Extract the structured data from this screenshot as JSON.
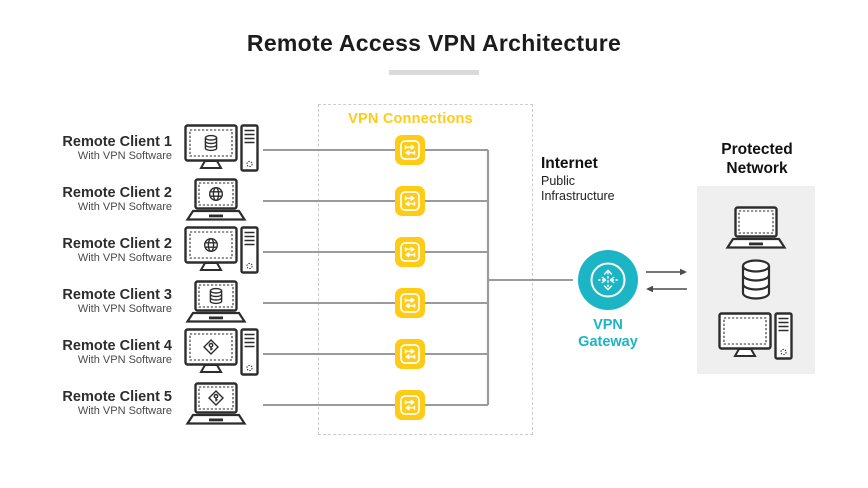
{
  "title": "Remote Access VPN Architecture",
  "clients": [
    {
      "name": "Remote Client 1",
      "sub": "With VPN Software",
      "device": "desktop",
      "symbol": "database"
    },
    {
      "name": "Remote Client 2",
      "sub": "With VPN Software",
      "device": "laptop",
      "symbol": "globe"
    },
    {
      "name": "Remote Client 2",
      "sub": "With VPN Software",
      "device": "desktop",
      "symbol": "globe"
    },
    {
      "name": "Remote Client 3",
      "sub": "With VPN Software",
      "device": "laptop",
      "symbol": "database"
    },
    {
      "name": "Remote Client 4",
      "sub": "With VPN Software",
      "device": "desktop",
      "symbol": "key"
    },
    {
      "name": "Remote Client 5",
      "sub": "With VPN Software",
      "device": "laptop",
      "symbol": "key"
    }
  ],
  "vpn_connections": {
    "label": "VPN Connections",
    "icon": "transfer-icon"
  },
  "internet": {
    "title": "Internet",
    "line1": "Public",
    "line2": "Infrastructure"
  },
  "gateway": {
    "label_line1": "VPN",
    "label_line2": "Gateway",
    "icon": "router-icon"
  },
  "protected_network": {
    "title_line1": "Protected",
    "title_line2": "Network",
    "devices": [
      "laptop",
      "database",
      "desktop"
    ]
  },
  "colors": {
    "accent_yellow": "#FFCB14",
    "accent_teal": "#1CB5C5",
    "line_gray": "#9B9B9B",
    "arrow_gray": "#4A4A4A",
    "panel_gray": "#F0EFEF",
    "title_underline_gray": "#DADADA"
  }
}
